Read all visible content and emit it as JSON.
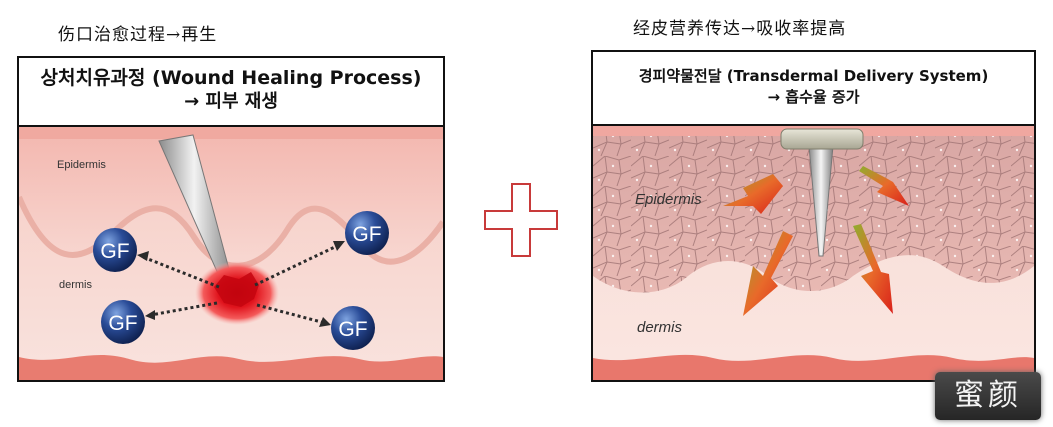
{
  "left": {
    "caption": "伤口治愈过程→再生",
    "title_line1": "상처치유과정 (Wound Healing Process)",
    "title_line2": "→ 피부 재생",
    "labels": {
      "epidermis": "Epidermis",
      "dermis": "dermis"
    },
    "growth_factor": "GF"
  },
  "right": {
    "caption": "经皮营养传达→吸收率提高",
    "title_line1": "경피약물전달 (Transdermal Delivery System)",
    "title_line2": "→ 흡수율 증가",
    "labels": {
      "epidermis": "Epidermis",
      "dermis": "dermis"
    }
  },
  "combine_symbol": "plus",
  "watermark": "蜜颜",
  "colors": {
    "skin_pink": "#f2c7c2",
    "dermis_pink": "#f7dcd6",
    "wound_red": "#d9121a",
    "gf_blue": "#1f3a78",
    "arrow_red": "#e23a1f"
  }
}
